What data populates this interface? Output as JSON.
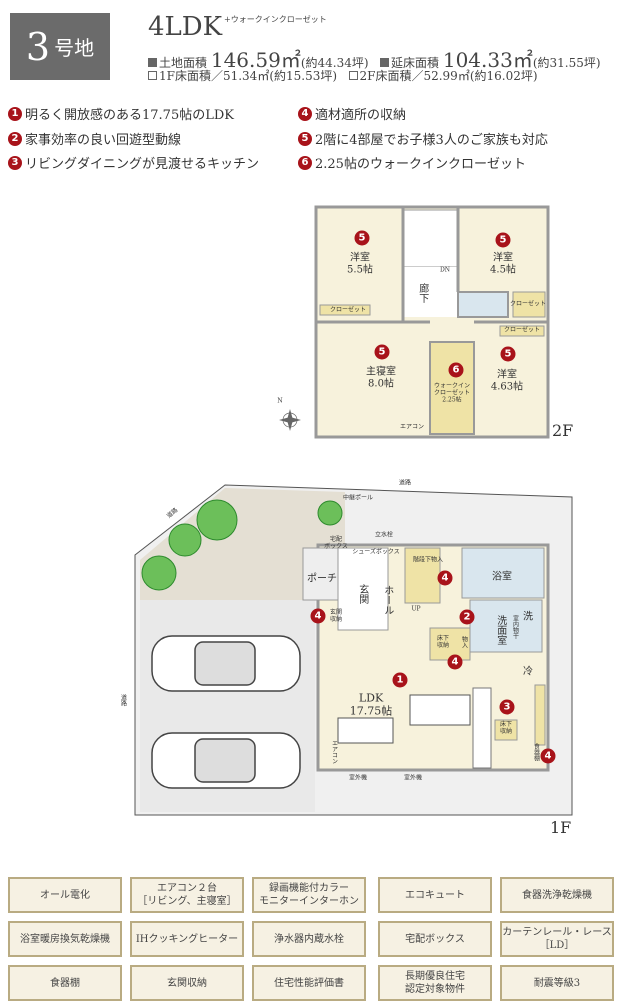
{
  "header": {
    "lot_number": "3",
    "lot_suffix": "号地",
    "layout": "4LDK",
    "layout_note": "+ウォークインクローゼット",
    "land_area_label": "土地面積",
    "land_area_value": "146.59㎡",
    "land_area_tsubo": "(約44.34坪)",
    "floor_area_label": "延床面積",
    "floor_area_value": "104.33㎡",
    "floor_area_tsubo": "(約31.55坪)",
    "f1_area": "1F床面積／51.34㎡(約15.53坪)",
    "f2_area": "2F床面積／52.99㎡(約16.02坪)"
  },
  "features": [
    {
      "n": "1",
      "text": "明るく開放感のある17.75帖のLDK"
    },
    {
      "n": "2",
      "text": "家事効率の良い回遊型動線"
    },
    {
      "n": "3",
      "text": "リビングダイニングが見渡せるキッチン"
    },
    {
      "n": "4",
      "text": "適材適所の収納"
    },
    {
      "n": "5",
      "text": "2階に4部屋でお子様3人のご家族も対応"
    },
    {
      "n": "6",
      "text": "2.25帖のウォークインクローゼット"
    }
  ],
  "colors": {
    "badge": "#a8131a",
    "room": "#f7f2dc",
    "wet": "#d9e6ee",
    "storage": "#efe3a6",
    "box_bg": "#f6f1e3",
    "box_border": "#b9ab82",
    "lot_box": "#6b6b6b",
    "tree": "#3aa53a"
  },
  "plan2f": {
    "floor_label": "2F",
    "compass": "N",
    "rooms": {
      "r1": "洋室\n5.5帖",
      "r2": "洋室\n4.5帖",
      "hall": "廊下",
      "dn": "DN",
      "master": "主寝室\n8.0帖",
      "wic": "ウォークイン\nクローゼット\n2.25帖",
      "r4": "洋室\n4.63帖",
      "closet": "クローゼット",
      "ac": "エアコン"
    }
  },
  "plan1f": {
    "floor_label": "1F",
    "road": "道路",
    "pole": "中継ポール",
    "faucet": "立水栓",
    "delivery": "宅配\nボックス",
    "shoes": "シューズボックス",
    "under_stairs": "階段下物入",
    "bath": "浴室",
    "porch": "ポーチ",
    "entrance": "玄関",
    "hall": "ホール",
    "up": "UP",
    "entrance_storage": "玄関\n収納",
    "washroom": "洗面室",
    "drying": "室内物干",
    "washer": "洗",
    "floor_storage": "床下\n収納",
    "storage": "物入",
    "fridge": "冷",
    "ldk": "LDK\n17.75帖",
    "cupboard": "食器棚",
    "ac": "エアコン",
    "outdoor_unit": "室外機"
  },
  "equipment": [
    [
      "オール電化",
      "エアコン２台\n［リビング、主寝室］",
      "録画機能付カラー\nモニターインターホン",
      "エコキュート",
      "食器洗浄乾燥機"
    ],
    [
      "浴室暖房換気乾燥機",
      "IHクッキングヒーター",
      "浄水器内蔵水栓",
      "宅配ボックス",
      "カーテンレール・レース\n［LD］"
    ],
    [
      "食器棚",
      "玄関収納",
      "住宅性能評価書",
      "長期優良住宅\n認定対象物件",
      "耐震等級3"
    ]
  ]
}
